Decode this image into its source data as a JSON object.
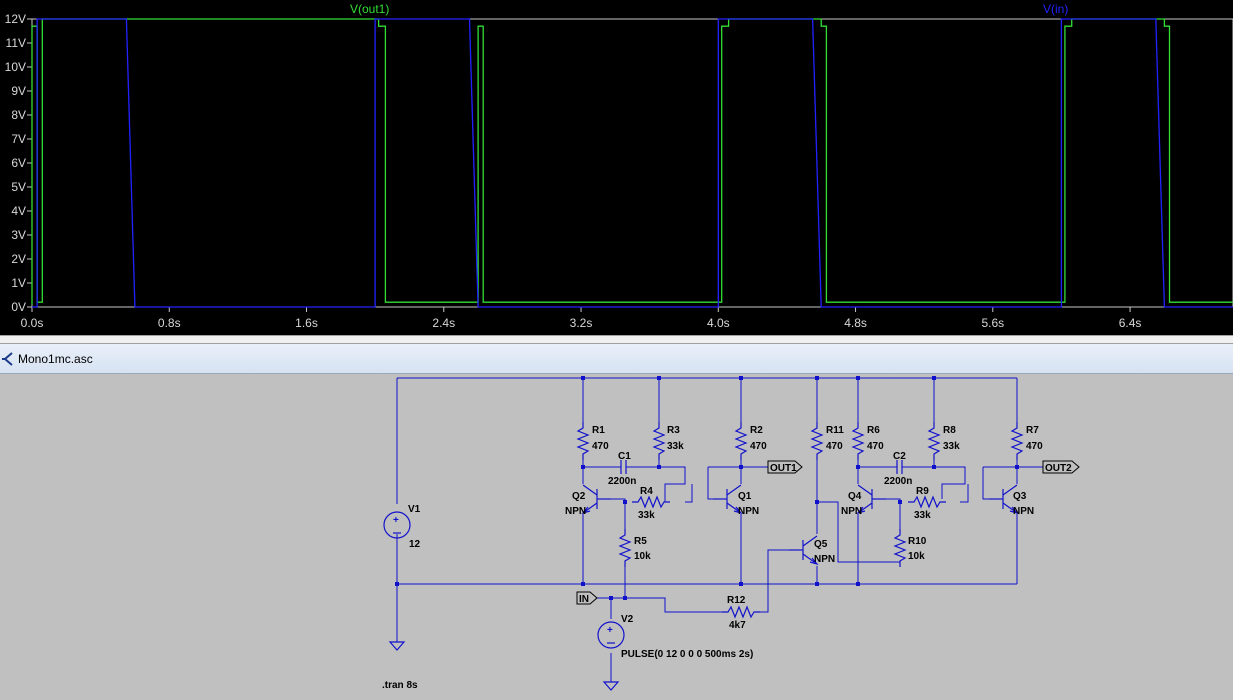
{
  "plot": {
    "trace_out1": {
      "label": "V(out1)",
      "color": "#33dd33"
    },
    "trace_in": {
      "label": "V(in)",
      "color": "#2222ff"
    },
    "y_ticks": [
      "12V",
      "11V",
      "10V",
      "9V",
      "8V",
      "7V",
      "6V",
      "5V",
      "4V",
      "3V",
      "2V",
      "1V",
      "0V"
    ],
    "x_ticks": [
      "0.0s",
      "0.8s",
      "1.6s",
      "2.4s",
      "3.2s",
      "4.0s",
      "4.8s",
      "5.6s",
      "6.4s"
    ]
  },
  "chart_data": {
    "type": "line",
    "xlabel": "",
    "ylabel": "",
    "xlim": [
      0,
      7.0
    ],
    "ylim": [
      0,
      12
    ],
    "series": [
      {
        "name": "V(out1)",
        "color": "#33dd33",
        "x": [
          0.0,
          0.0,
          0.03,
          0.03,
          0.06,
          0.06,
          2.02,
          2.02,
          2.06,
          2.06,
          2.6,
          2.6,
          2.63,
          2.63,
          4.02,
          4.02,
          4.06,
          4.06,
          4.6,
          4.6,
          4.63,
          4.63,
          6.02,
          6.02,
          6.06,
          6.06,
          6.6,
          6.6,
          6.63,
          6.63,
          7.0
        ],
        "y": [
          0.1,
          11.7,
          11.7,
          0.2,
          0.2,
          12.0,
          12.0,
          11.7,
          11.7,
          0.2,
          0.2,
          11.7,
          11.7,
          0.2,
          0.2,
          11.7,
          11.7,
          12.0,
          12.0,
          11.7,
          11.7,
          0.2,
          0.2,
          11.7,
          11.7,
          12.0,
          12.0,
          11.7,
          11.7,
          0.2,
          0.2
        ]
      },
      {
        "name": "V(in)",
        "color": "#2222ff",
        "x": [
          0.0,
          0.03,
          0.03,
          0.55,
          0.6,
          2.0,
          2.0,
          2.55,
          2.6,
          4.0,
          4.0,
          4.55,
          4.6,
          6.0,
          6.0,
          6.55,
          6.6,
          7.0
        ],
        "y": [
          0.0,
          0.0,
          12.0,
          12.0,
          0.0,
          0.0,
          12.0,
          12.0,
          0.0,
          0.0,
          12.0,
          12.0,
          0.0,
          0.0,
          12.0,
          12.0,
          0.0,
          0.0
        ]
      }
    ]
  },
  "tab": {
    "title": "Mono1mc.asc"
  },
  "schematic": {
    "R1": {
      "name": "R1",
      "value": "470"
    },
    "R2": {
      "name": "R2",
      "value": "470"
    },
    "R3": {
      "name": "R3",
      "value": "33k"
    },
    "R4": {
      "name": "R4",
      "value": "33k"
    },
    "R5": {
      "name": "R5",
      "value": "10k"
    },
    "R6": {
      "name": "R6",
      "value": "470"
    },
    "R7": {
      "name": "R7",
      "value": "470"
    },
    "R8": {
      "name": "R8",
      "value": "33k"
    },
    "R9": {
      "name": "R9",
      "value": "33k"
    },
    "R10": {
      "name": "R10",
      "value": "10k"
    },
    "R11": {
      "name": "R11",
      "value": "470"
    },
    "R12": {
      "name": "R12",
      "value": "4k7"
    },
    "C1": {
      "name": "C1",
      "value": "2200n"
    },
    "C2": {
      "name": "C2",
      "value": "2200n"
    },
    "Q1": {
      "name": "Q1",
      "type": "NPN"
    },
    "Q2": {
      "name": "Q2",
      "type": "NPN"
    },
    "Q3": {
      "name": "Q3",
      "type": "NPN"
    },
    "Q4": {
      "name": "Q4",
      "type": "NPN"
    },
    "Q5": {
      "name": "Q5",
      "type": "NPN"
    },
    "V1": {
      "name": "V1",
      "value": "12"
    },
    "V2": {
      "name": "V2",
      "value": "PULSE(0 12 0 0 0 500ms 2s)"
    },
    "out1_label": "OUT1",
    "out2_label": "OUT2",
    "in_label": "IN",
    "directive": ".tran 8s"
  }
}
